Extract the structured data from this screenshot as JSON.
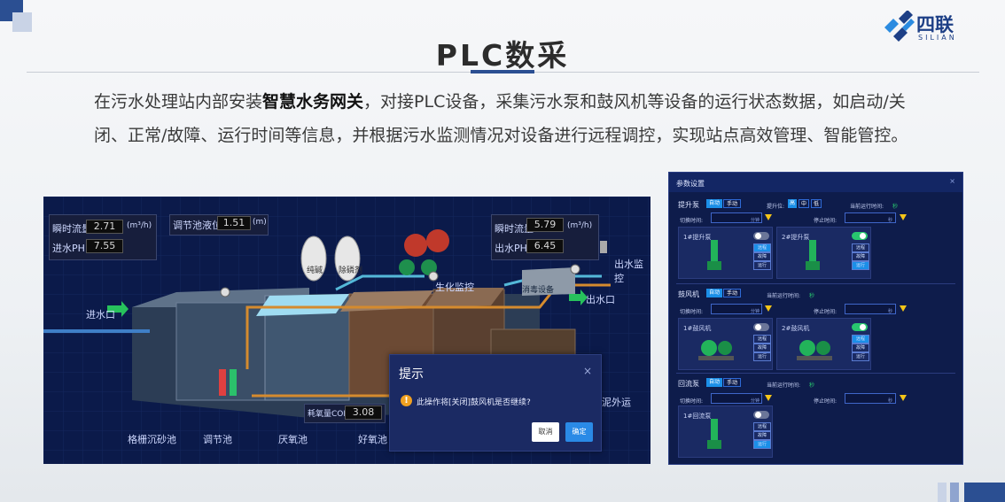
{
  "slide": {
    "title": "PLC数采",
    "paragraph_pre": "在污水处理站内部安装",
    "paragraph_bold": "智慧水务网关",
    "paragraph_post": "，对接PLC设备，采集污水泵和鼓风机等设备的运行状态数据，如启动/关闭、正常/故障、运行时间等信息，并根据污水监测情况对设备进行远程调控，实现站点高效管理、智能管控。"
  },
  "logo": {
    "cn": "四联",
    "en": "SILIAN"
  },
  "colors": {
    "accent": "#2b4f92",
    "panel_bg": "#0b1a4a",
    "active_blue": "#1b8fe8",
    "green": "#28c76f"
  },
  "scada": {
    "instant_flow_in_label": "瞬时流量:",
    "instant_flow_in_value": "2.71",
    "flow_unit": "(m³/h)",
    "ph_in_label": "进水PH:",
    "ph_in_value": "7.55",
    "level_label": "调节池液位:",
    "level_value": "1.51",
    "level_unit": "(m)",
    "instant_flow_out_label": "瞬时流量:",
    "instant_flow_out_value": "5.79",
    "ph_out_label": "出水PH:",
    "ph_out_value": "6.45",
    "outlet_monitor": "出水监控",
    "outlet": "出水口",
    "inlet": "进水口",
    "bio_monitor": "生化监控",
    "disinfect": "消毒设备",
    "tank1": "纯碱",
    "tank2": "除磷剂",
    "cod_label": "耗氧量COD:",
    "cod_value": "3.08",
    "sludge": "泥外运",
    "pools": [
      "格栅沉砂池",
      "调节池",
      "厌氧池",
      "好氧池"
    ]
  },
  "dialog": {
    "title": "提示",
    "close": "×",
    "message": "此操作将[关闭]鼓风机是否继续?",
    "cancel": "取消",
    "confirm": "确定"
  },
  "settings": {
    "title": "参数设置",
    "close": "×",
    "lift": {
      "name": "提升泵",
      "auto": "自动",
      "manual": "手动",
      "level_label": "提升位:",
      "levels": [
        "高",
        "中",
        "低"
      ],
      "runtime_label": "当前运行时间:",
      "runtime_value": "秒",
      "start_label": "切换时间:",
      "start_unit": "分钟",
      "stop_label": "停止时间:",
      "stop_unit": "秒",
      "cards": [
        {
          "name": "1#提升泵",
          "btns": [
            "远程",
            "故障",
            "运行"
          ],
          "on": false
        },
        {
          "name": "2#提升泵",
          "btns": [
            "远程",
            "故障",
            "运行"
          ],
          "on": true
        }
      ]
    },
    "blower": {
      "name": "鼓风机",
      "auto": "自动",
      "manual": "手动",
      "runtime_label": "当前运行时间:",
      "runtime_value": "秒",
      "start_label": "切换时间:",
      "start_unit": "分钟",
      "stop_label": "停止时间:",
      "stop_unit": "秒",
      "cards": [
        {
          "name": "1#鼓风机",
          "btns": [
            "远程",
            "故障",
            "运行"
          ],
          "on": false
        },
        {
          "name": "2#鼓风机",
          "btns": [
            "远程",
            "故障",
            "运行"
          ],
          "on": true
        }
      ]
    },
    "reflux": {
      "name": "回流泵",
      "auto": "自动",
      "manual": "手动",
      "runtime_label": "当前运行时间:",
      "runtime_value": "秒",
      "start_label": "切换时间:",
      "start_unit": "分钟",
      "stop_label": "停止时间:",
      "stop_unit": "秒",
      "cards": [
        {
          "name": "1#回流泵",
          "btns": [
            "远程",
            "故障",
            "运行"
          ],
          "on": false
        }
      ]
    }
  }
}
